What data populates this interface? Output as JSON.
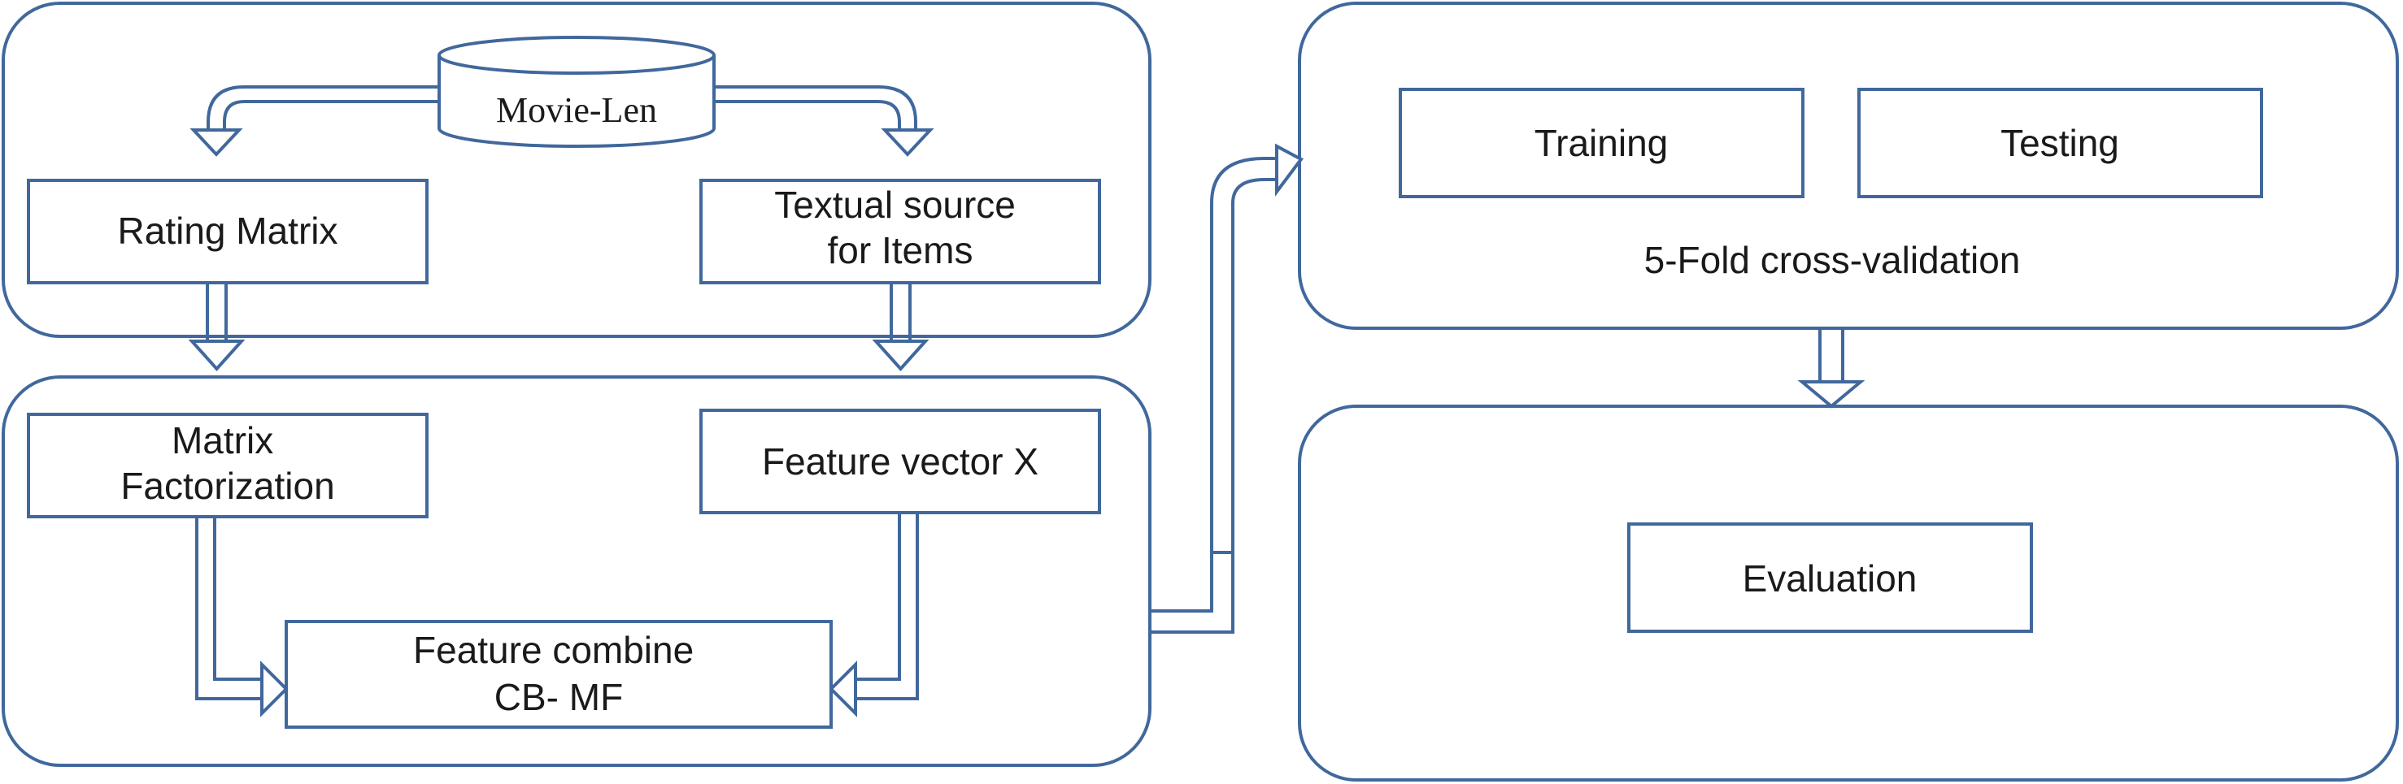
{
  "colors": {
    "stroke": "#41689c",
    "text": "#1a1a1a",
    "background": "#ffffff"
  },
  "nodes": {
    "database": "Movie-Len",
    "rating_matrix": "Rating Matrix",
    "textual_source": [
      "Textual source",
      "for Items"
    ],
    "matrix_factorization": [
      "Matrix",
      "Factorization"
    ],
    "feature_vector": "Feature vector X",
    "feature_combine": [
      "Feature combine",
      "CB- MF"
    ],
    "training": "Training",
    "testing": "Testing",
    "cross_validation": "5-Fold cross-validation",
    "evaluation": "Evaluation"
  },
  "icons": {
    "flow_arrow": "hollow-double-line-arrow-icon",
    "database": "database-cylinder-icon"
  }
}
